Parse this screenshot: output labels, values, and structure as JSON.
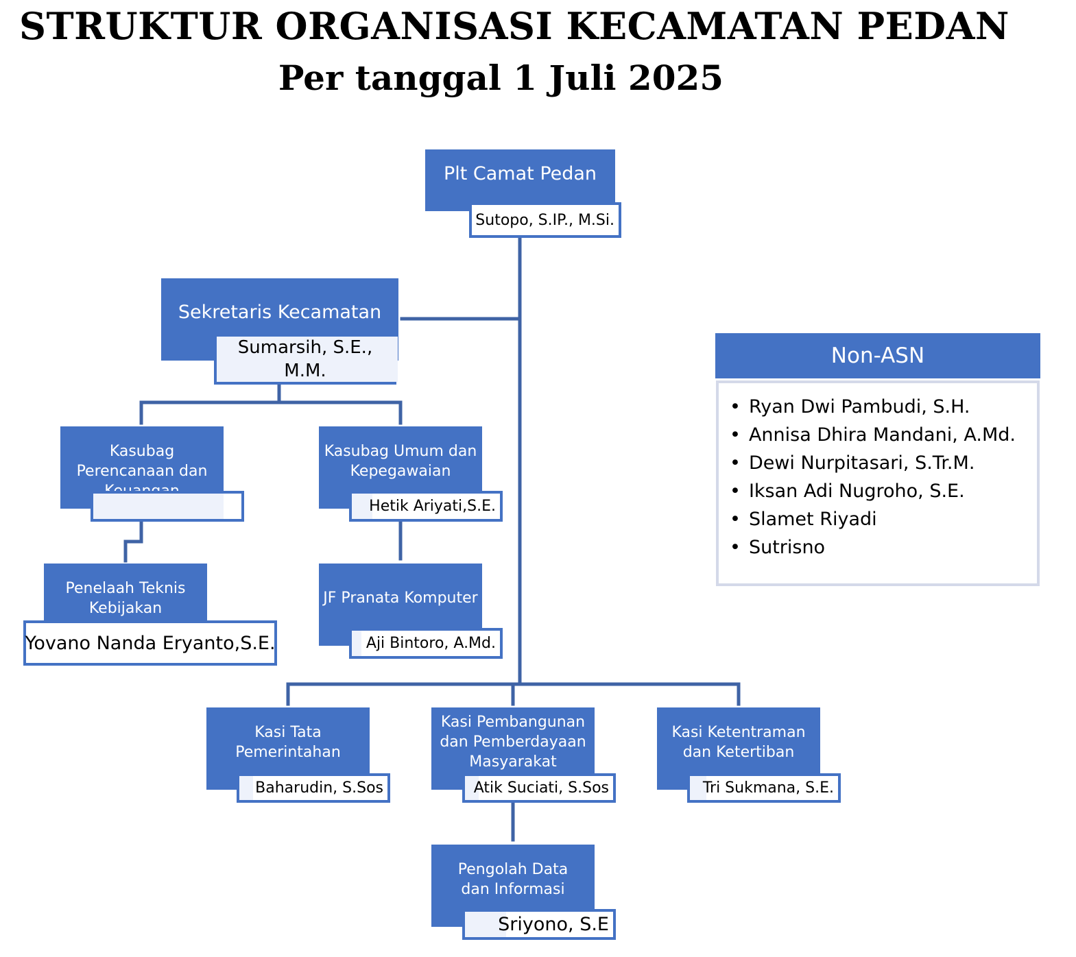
{
  "header": {
    "title": "STRUKTUR ORGANISASI KECAMATAN PEDAN",
    "subtitle": "Per tanggal 1 Juli 2025"
  },
  "colors": {
    "box": "#4472c4",
    "line": "#3f63a5",
    "name_border": "#4472c4",
    "panel_border": "#d4d9e9"
  },
  "positions": [
    {
      "id": "camat",
      "title": "Plt Camat Pedan",
      "name": "Sutopo, S.IP., M.Si."
    },
    {
      "id": "sekcam",
      "title": "Sekretaris Kecamatan",
      "name": "Sumarsih, S.E., M.M."
    },
    {
      "id": "kasubag-perencanaan",
      "title": "Kasubag Perencanaan dan Keuangan",
      "name": ""
    },
    {
      "id": "kasubag-umum",
      "title": "Kasubag Umum dan Kepegawaian",
      "name": "Hetik Ariyati,S.E."
    },
    {
      "id": "penelaah",
      "title": "Penelaah Teknis Kebijakan",
      "name": "Yovano Nanda Eryanto,S.E."
    },
    {
      "id": "pranata",
      "title": "JF Pranata Komputer",
      "name": "Aji Bintoro, A.Md."
    },
    {
      "id": "kasi-tapem",
      "title": "Kasi Tata Pemerintahan",
      "name": "Baharudin, S.Sos"
    },
    {
      "id": "kasi-pembangunan",
      "title": "Kasi Pembangunan dan Pemberdayaan Masyarakat",
      "name": "Atik Suciati, S.Sos"
    },
    {
      "id": "kasi-trantib",
      "title": "Kasi Ketentraman dan Ketertiban",
      "name": "Tri Sukmana, S.E."
    },
    {
      "id": "pengolah",
      "title": "Pengolah Data dan Informasi",
      "name": "Sriyono, S.E"
    }
  ],
  "non_asn": {
    "title": "Non-ASN",
    "members": [
      "Ryan Dwi Pambudi, S.H.",
      "Annisa Dhira Mandani, A.Md.",
      "Dewi Nurpitasari, S.Tr.M.",
      "Iksan Adi Nugroho, S.E.",
      "Slamet Riyadi",
      "Sutrisno"
    ]
  }
}
